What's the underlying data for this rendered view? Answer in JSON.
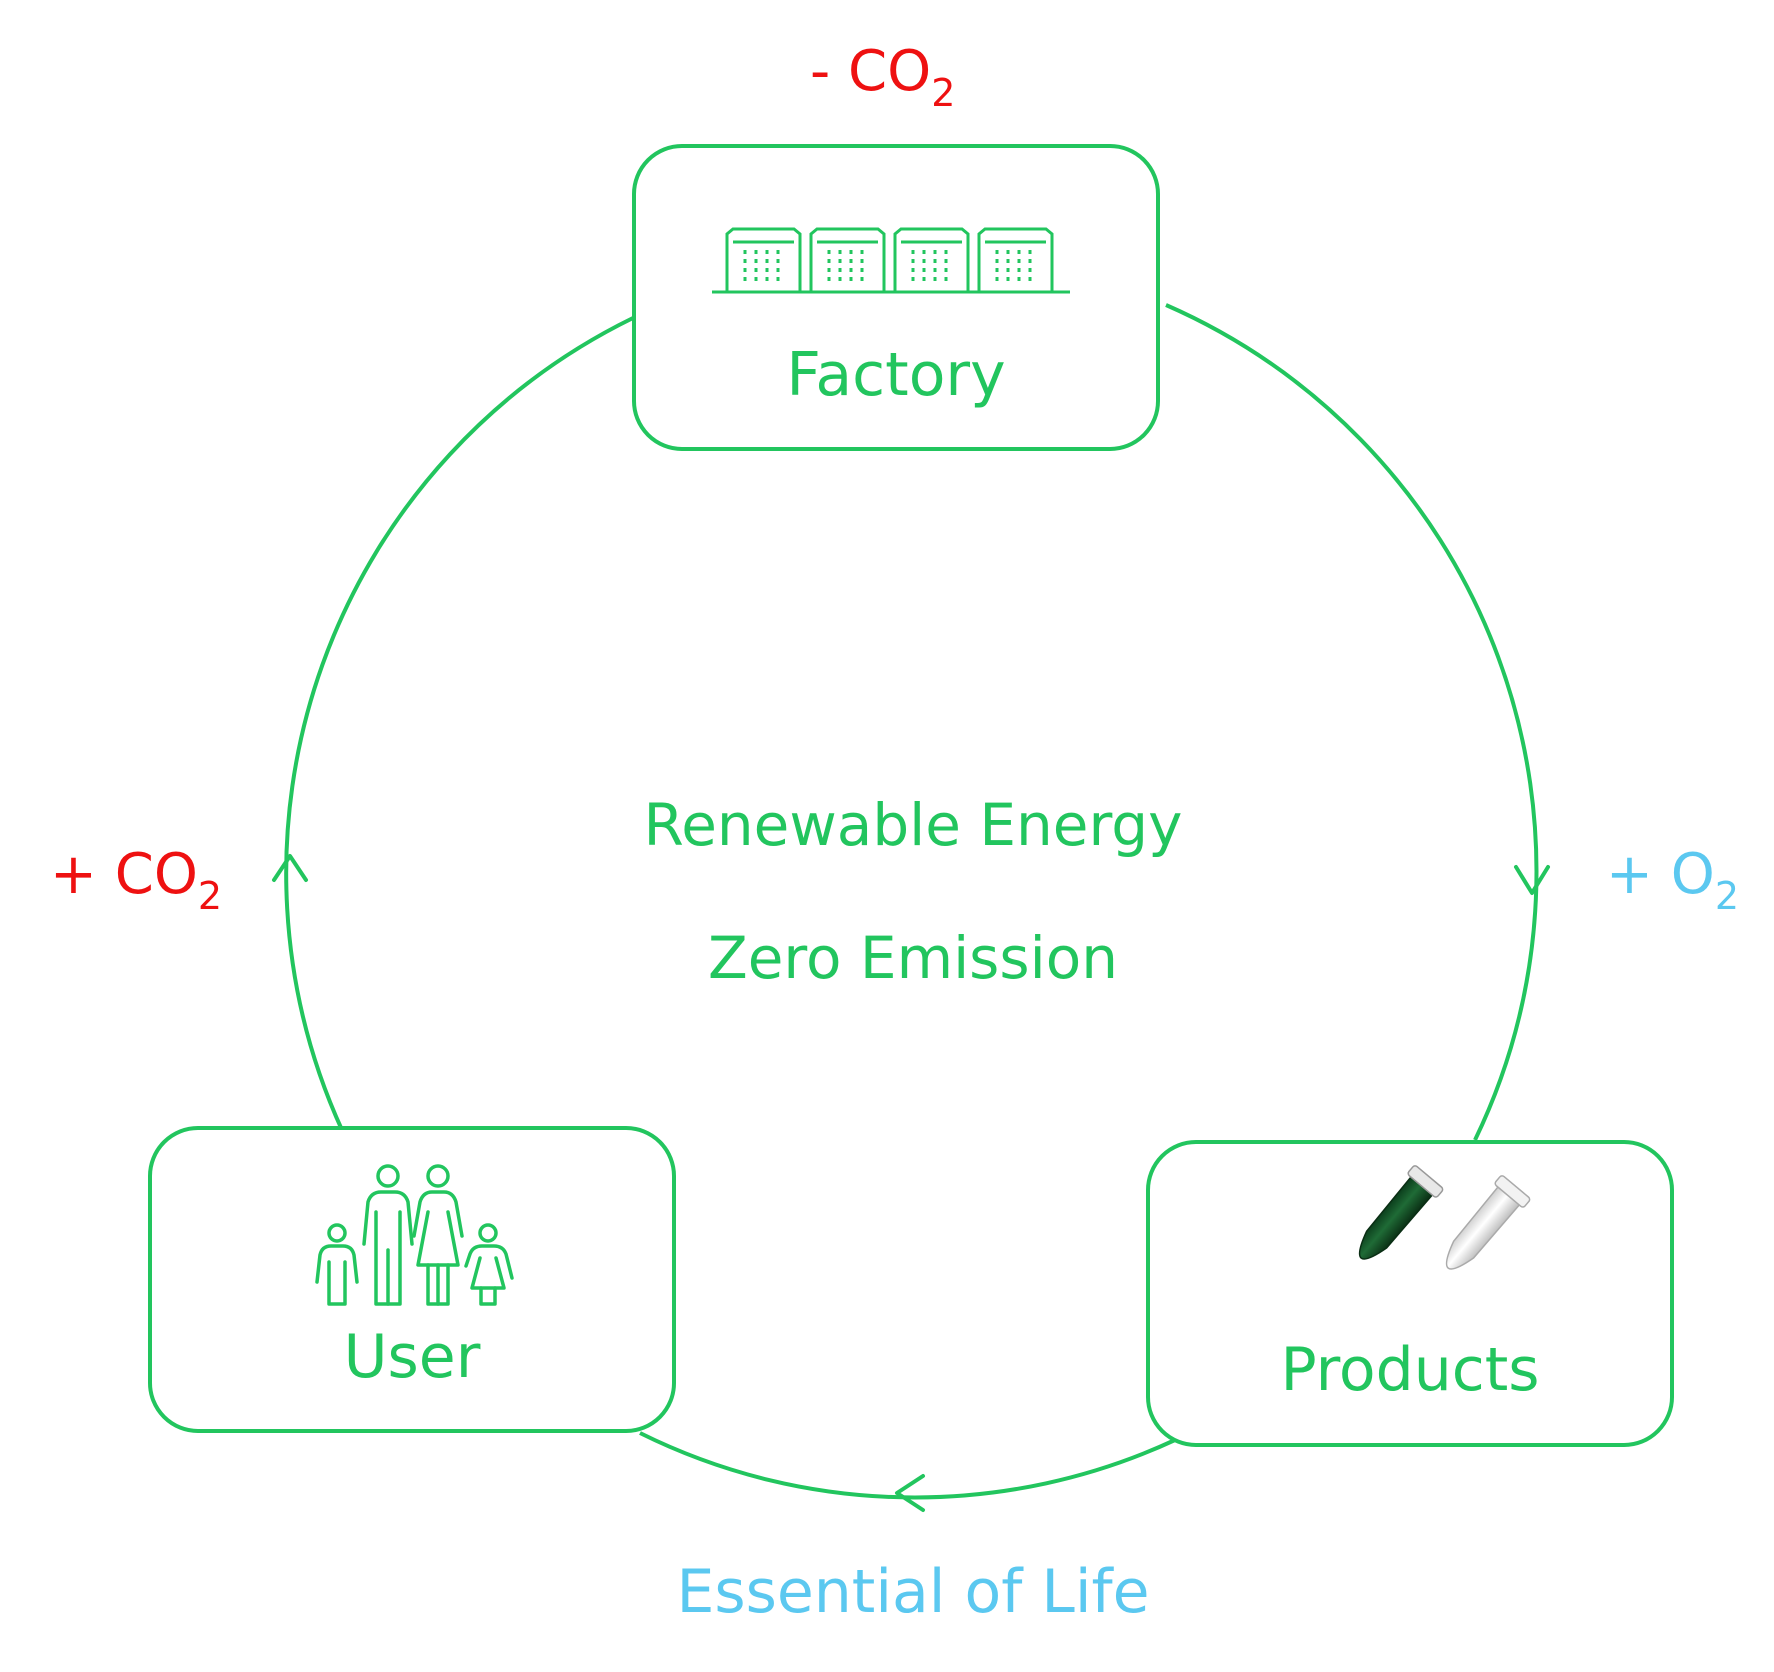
{
  "colors": {
    "green": "#22c55e",
    "red": "#ee1111",
    "blue": "#5bc8f0"
  },
  "center": {
    "line1": "Renewable Energy",
    "line2": "Zero Emission"
  },
  "nodes": {
    "factory": {
      "label": "Factory",
      "icon": "factory-buildings-icon"
    },
    "products": {
      "label": "Products",
      "icon": "test-tubes-icon"
    },
    "user": {
      "label": "User",
      "icon": "family-icon"
    }
  },
  "annotations": {
    "top": {
      "sign": "- ",
      "main": "CO",
      "sub": "2"
    },
    "left": {
      "sign": "+ ",
      "main": "CO",
      "sub": "2"
    },
    "right": {
      "sign": "+ ",
      "main": "O",
      "sub": "2"
    },
    "bottom": "Essential of Life"
  }
}
